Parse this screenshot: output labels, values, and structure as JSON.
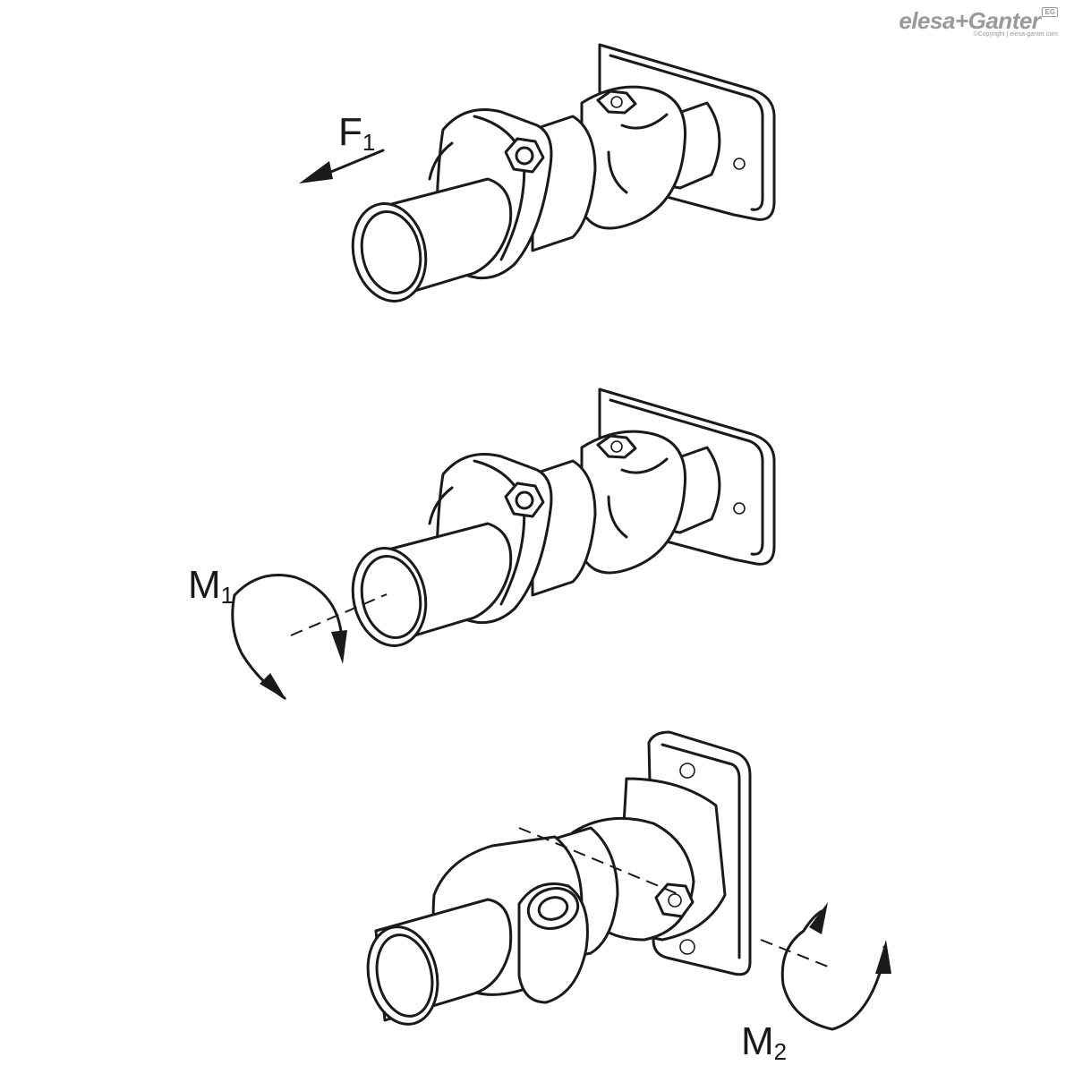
{
  "brand": {
    "name": "elesa+Ganter",
    "badge": "EG",
    "copyright": "©Copyright | elesa-ganter.com"
  },
  "labels": {
    "f1": {
      "main": "F",
      "sub": "1"
    },
    "m1": {
      "main": "M",
      "sub": "1"
    },
    "m2": {
      "main": "M",
      "sub": "2"
    }
  },
  "icons": [
    "force-arrow-icon",
    "rotation-arrow-icon",
    "rotation-arrow-icon"
  ],
  "colors": {
    "line": "#1a1a1a",
    "background": "#ffffff",
    "brand": "#9a9a9a"
  }
}
